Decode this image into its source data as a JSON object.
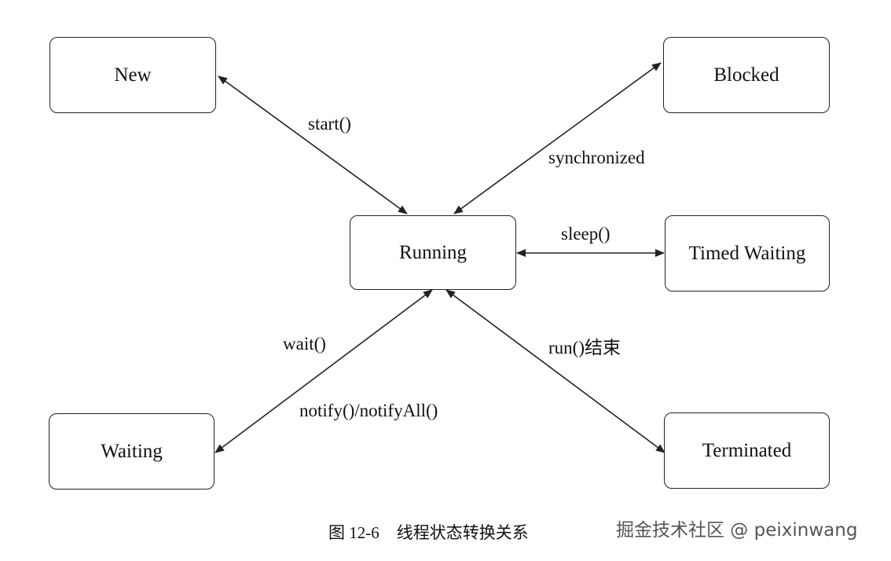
{
  "nodes": {
    "new": "New",
    "blocked": "Blocked",
    "running": "Running",
    "timed_waiting": "Timed Waiting",
    "waiting": "Waiting",
    "terminated": "Terminated"
  },
  "edges": {
    "new_running": "start()",
    "running_blocked": "synchronized",
    "running_timed_waiting": "sleep()",
    "running_waiting_upper": "wait()",
    "running_waiting_lower": "notify()/notifyAll()",
    "running_terminated": "run()结束"
  },
  "caption": {
    "figure_number": "图 12-6",
    "title": "线程状态转换关系"
  },
  "watermark": "掘金技术社区 @ peixinwang",
  "colors": {
    "line": "#222222",
    "box_border": "#222222",
    "text": "#111111",
    "watermark": "#555555"
  }
}
